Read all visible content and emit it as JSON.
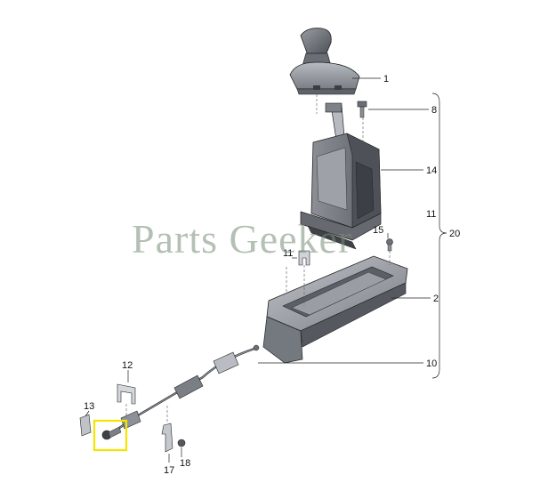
{
  "diagram": {
    "callouts": {
      "c1": "1",
      "c2": "2",
      "c8": "8",
      "c10": "10",
      "c11a": "11",
      "c11b": "11",
      "c12": "12",
      "c13": "13",
      "c14": "14",
      "c15": "15",
      "c17": "17",
      "c18": "18",
      "c20": "20"
    },
    "highlight_color": "#f2e600",
    "line_color": "#222222"
  },
  "watermark": "Parts Geeker"
}
